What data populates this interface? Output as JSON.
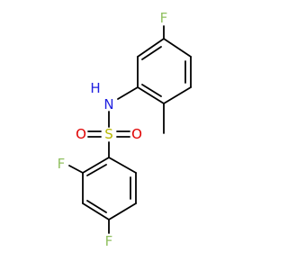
{
  "molecule": {
    "atoms": {
      "f_top": {
        "symbol": "F",
        "color": "#90c060"
      },
      "nh": {
        "symbol": "N",
        "h": "H",
        "color": "#2020e0"
      },
      "s": {
        "symbol": "S",
        "color": "#b8b800"
      },
      "o_left": {
        "symbol": "O",
        "color": "#e00000"
      },
      "o_right": {
        "symbol": "O",
        "color": "#e00000"
      },
      "f_ortho": {
        "symbol": "F",
        "color": "#90c060"
      },
      "f_para": {
        "symbol": "F",
        "color": "#90c060"
      }
    },
    "bond_color": "#000000"
  }
}
